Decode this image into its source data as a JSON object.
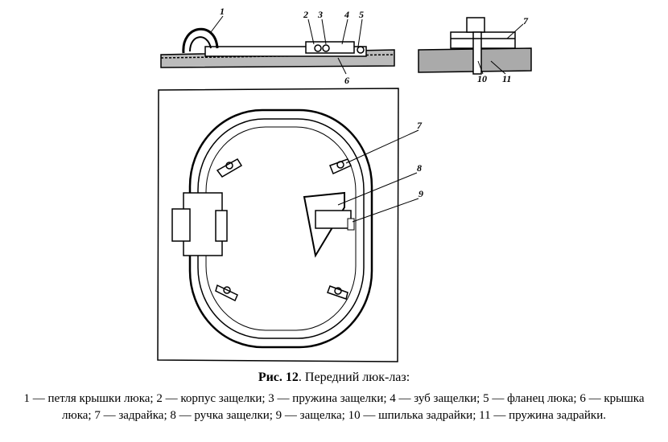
{
  "figure": {
    "labels": {
      "l1": "1",
      "l2": "2",
      "l3": "3",
      "l4": "4",
      "l5": "5",
      "l6": "6",
      "l7a": "7",
      "l7b": "7",
      "l8": "8",
      "l9": "9",
      "l10": "10",
      "l11": "11"
    }
  },
  "caption": {
    "title_num": "Рис. 12",
    "title_text": ". Передний люк-лаз:",
    "line1": "1 — петля крышки люка; 2 — корпус защелки; 3 — пружина защелки; 4 — зуб защелки; 5 — фланец люка; 6 — крышка",
    "line2": "люка; 7 — задрайка; 8 — ручка защелки; 9 — защелка; 10 — шпилька задрайки; 11 — пружина задрайки."
  }
}
